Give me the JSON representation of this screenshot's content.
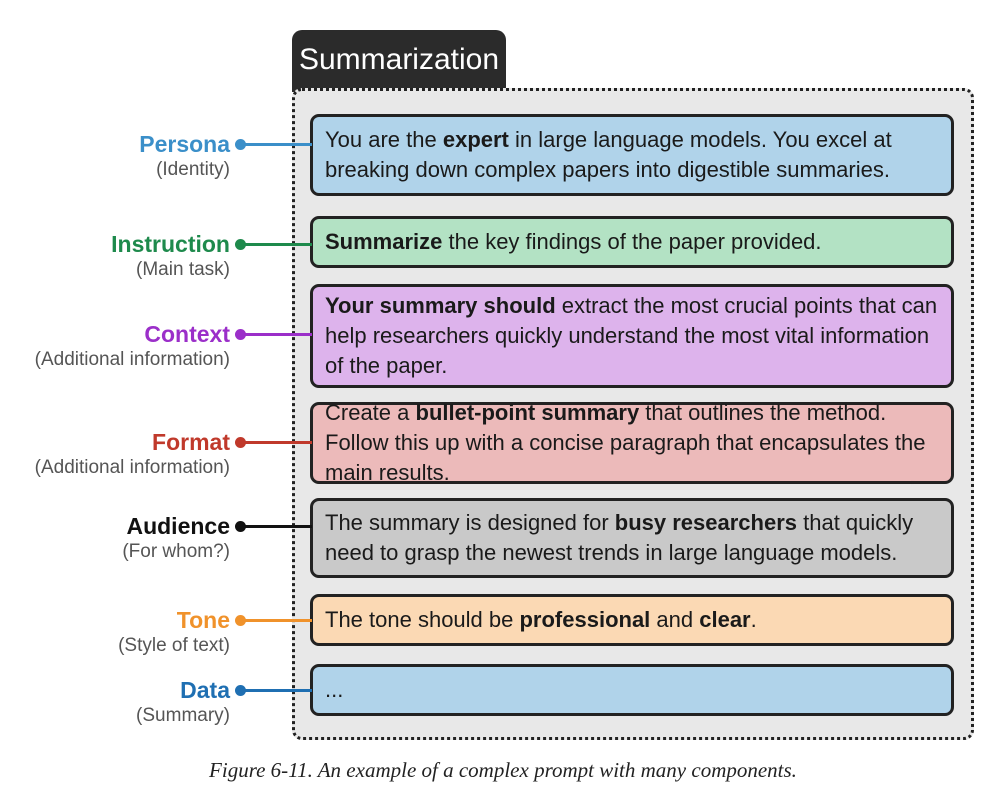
{
  "tab_title": "Summarization",
  "components": [
    {
      "key": "persona",
      "name": "Persona",
      "sub": "(Identity)",
      "color": "#3b8fc9",
      "fill": "#b0d3ea",
      "segments": [
        {
          "text": "You are the ",
          "bold": false
        },
        {
          "text": "expert",
          "bold": true
        },
        {
          "text": " in large language models. You excel at breaking down complex papers into digestible summaries.",
          "bold": false
        }
      ]
    },
    {
      "key": "instruction",
      "name": "Instruction",
      "sub": "(Main task)",
      "color": "#1e8a4c",
      "fill": "#b3e2c4",
      "segments": [
        {
          "text": "Summarize",
          "bold": true
        },
        {
          "text": " the key findings of the paper provided.",
          "bold": false
        }
      ]
    },
    {
      "key": "context",
      "name": "Context",
      "sub": "(Additional information)",
      "color": "#9b2fc9",
      "fill": "#ddb3ec",
      "segments": [
        {
          "text": "Your summary should",
          "bold": true
        },
        {
          "text": " extract the most crucial points that can help researchers quickly understand the most vital information of the paper.",
          "bold": false
        }
      ]
    },
    {
      "key": "format",
      "name": "Format",
      "sub": "(Additional information)",
      "color": "#c0392b",
      "fill": "#ecbaba",
      "segments": [
        {
          "text": "Create a ",
          "bold": false
        },
        {
          "text": "bullet-point summary",
          "bold": true
        },
        {
          "text": " that outlines the method. Follow this up with a concise paragraph that encapsulates the main results.",
          "bold": false
        }
      ]
    },
    {
      "key": "audience",
      "name": "Audience",
      "sub": "(For whom?)",
      "color": "#111111",
      "fill": "#c9c9c9",
      "segments": [
        {
          "text": "The summary is designed for ",
          "bold": false
        },
        {
          "text": "busy researchers",
          "bold": true
        },
        {
          "text": " that quickly need to grasp the newest trends in large language models.",
          "bold": false
        }
      ]
    },
    {
      "key": "tone",
      "name": "Tone",
      "sub": "(Style of text)",
      "color": "#f0922b",
      "fill": "#fbd9b4",
      "segments": [
        {
          "text": "The tone should be ",
          "bold": false
        },
        {
          "text": "professional",
          "bold": true
        },
        {
          "text": " and ",
          "bold": false
        },
        {
          "text": "clear",
          "bold": true
        },
        {
          "text": ".",
          "bold": false
        }
      ]
    },
    {
      "key": "data",
      "name": "Data",
      "sub": "(Summary)",
      "color": "#1f6fb2",
      "fill": "#b0d3ea",
      "segments": [
        {
          "text": "...",
          "bold": false
        }
      ]
    }
  ],
  "caption": "Figure 6-11. An example of a complex prompt with many components."
}
